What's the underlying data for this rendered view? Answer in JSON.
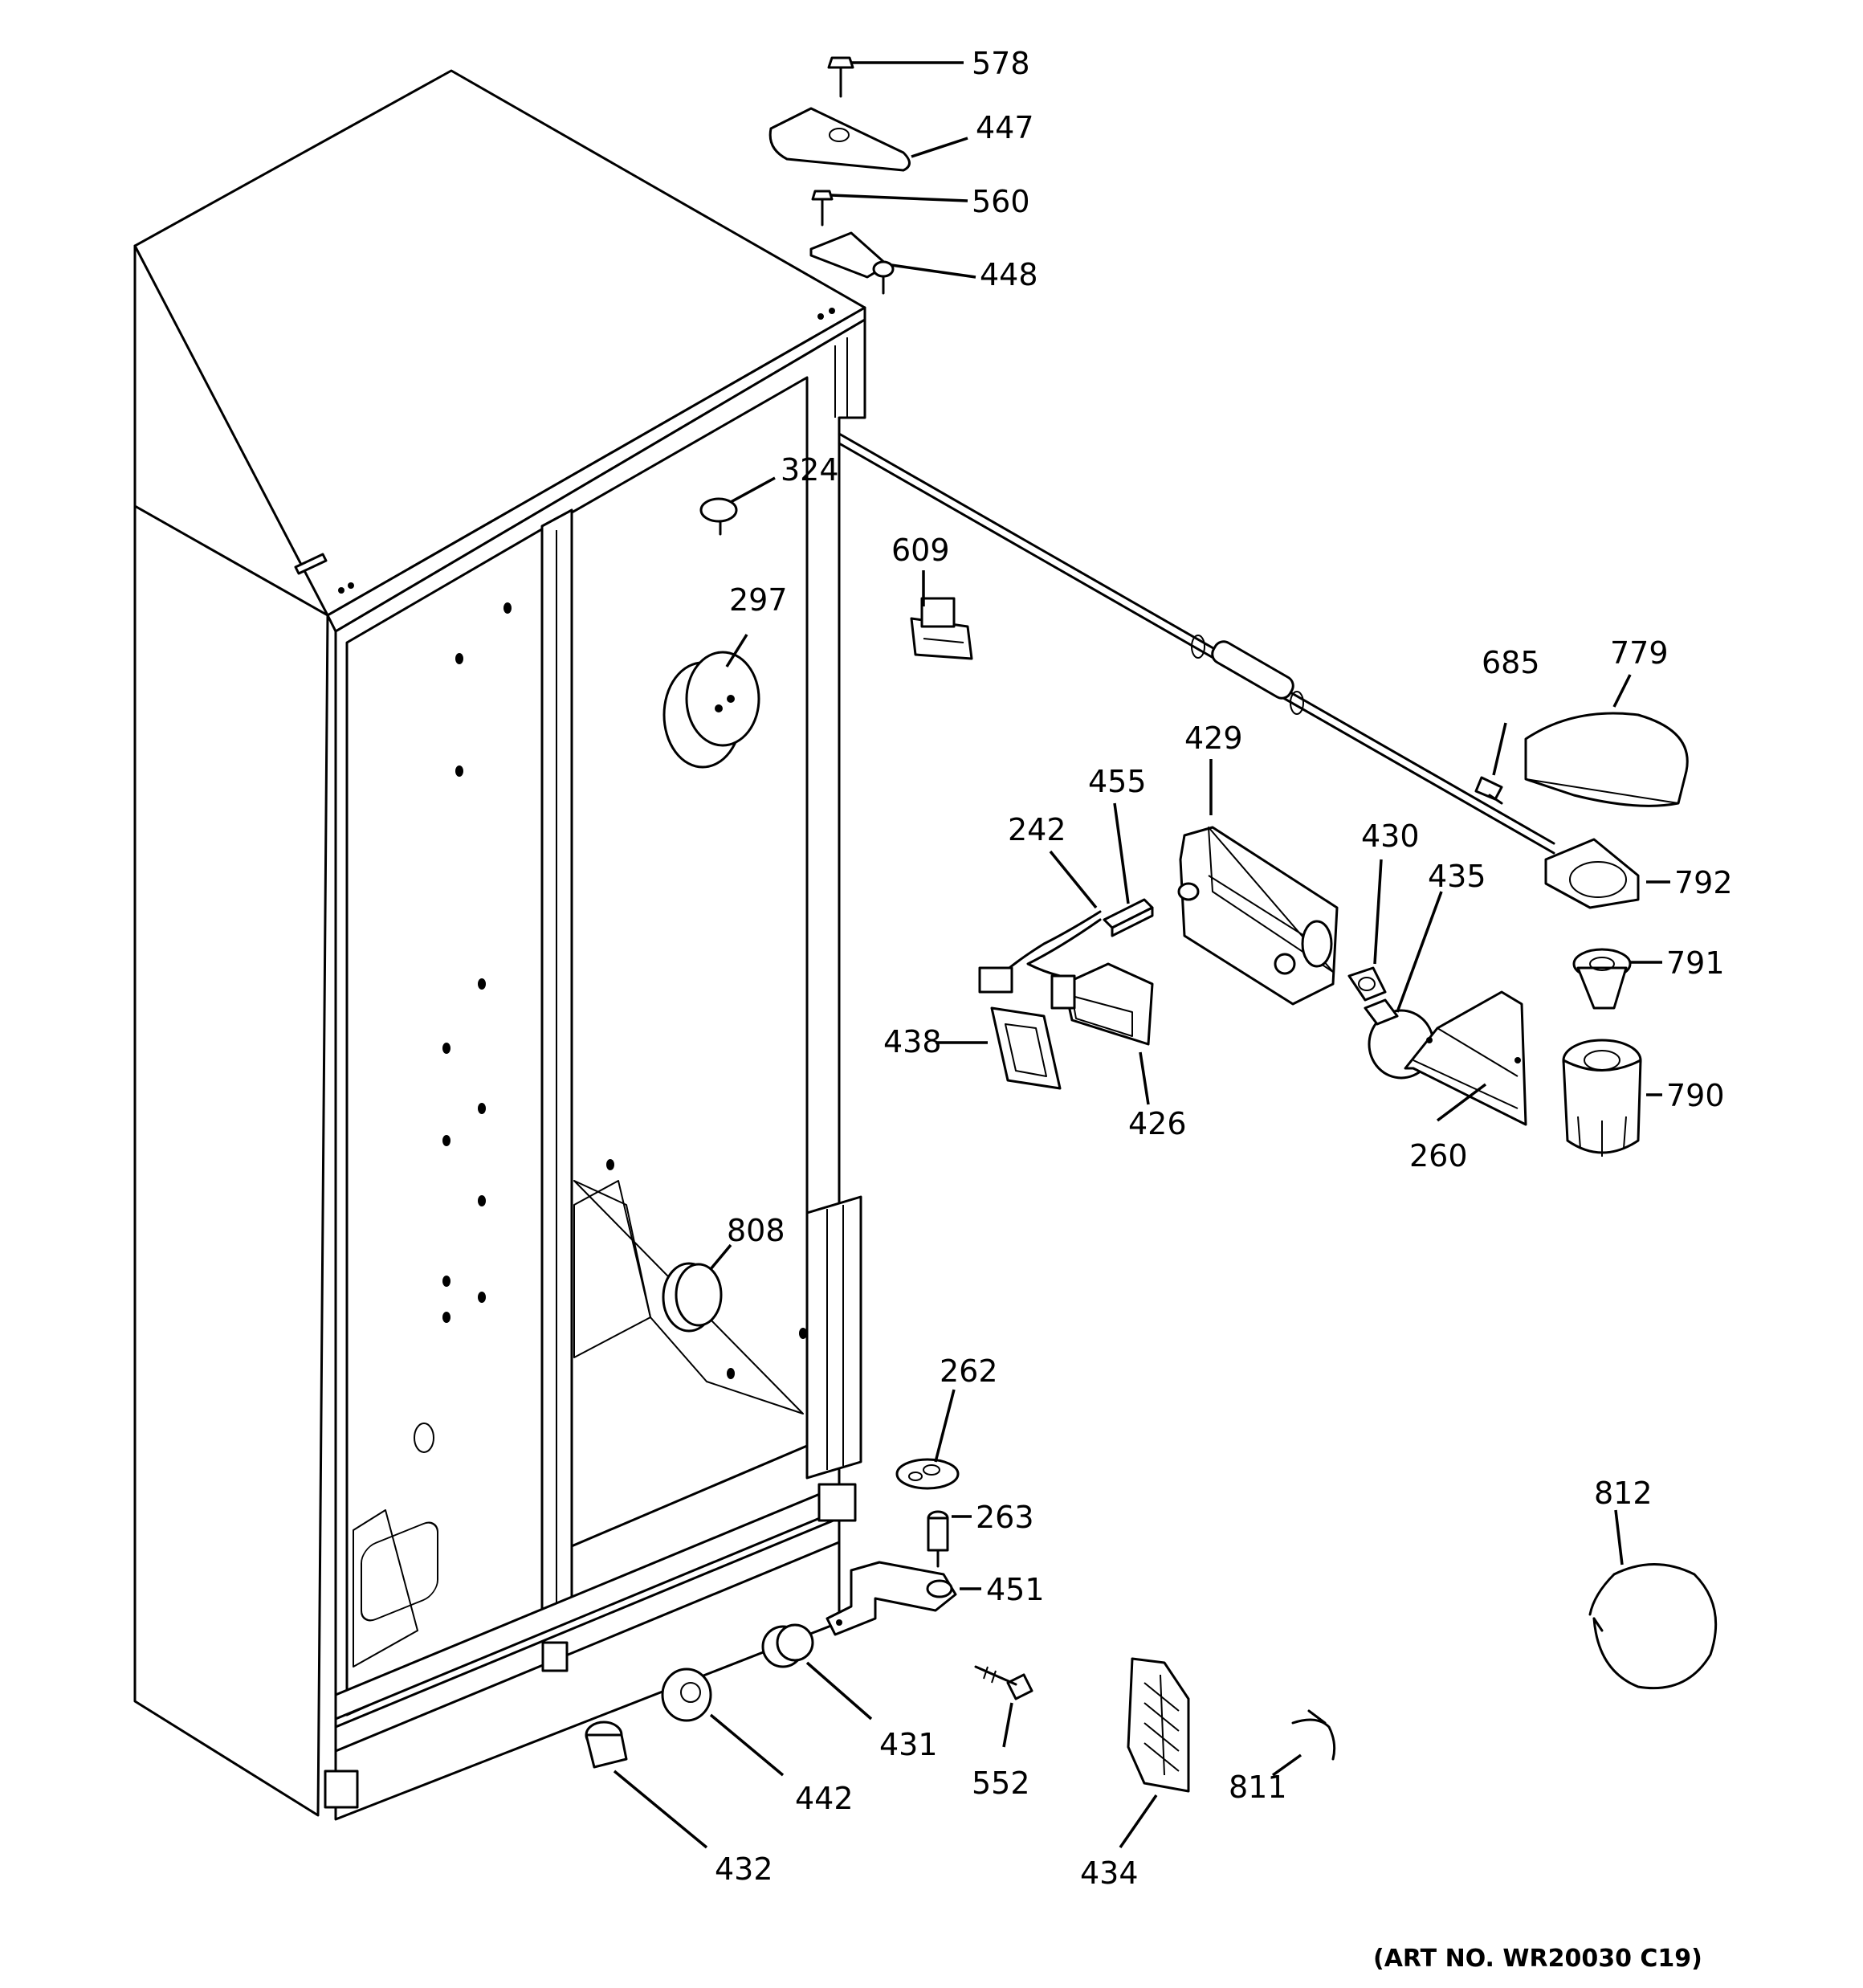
{
  "art_number": "(ART NO. WR20030 C19)",
  "callouts": [
    "578",
    "447",
    "560",
    "448",
    "324",
    "609",
    "297",
    "685",
    "779",
    "429",
    "455",
    "242",
    "430",
    "435",
    "792",
    "791",
    "438",
    "426",
    "790",
    "260",
    "808",
    "262",
    "263",
    "451",
    "812",
    "431",
    "442",
    "552",
    "811",
    "432",
    "434"
  ]
}
